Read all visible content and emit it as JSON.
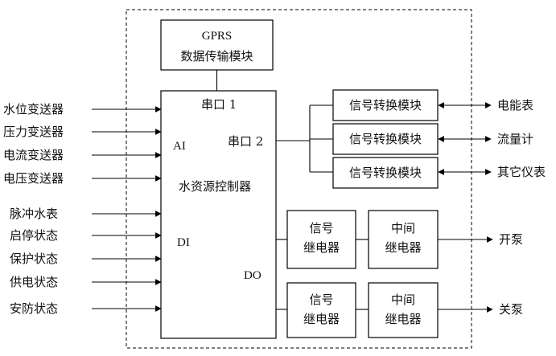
{
  "gprs": {
    "line1": "GPRS",
    "line2": "数据传输模块"
  },
  "controller": {
    "serial1": "串口 1",
    "serial2": "串口 2",
    "ai": "AI",
    "title": "水资源控制器",
    "di": "DI",
    "do": "DO"
  },
  "ai_inputs": [
    "水位变送器",
    "压力变送器",
    "电流变送器",
    "电压变送器"
  ],
  "di_inputs": [
    "脉冲水表",
    "启停状态",
    "保护状态",
    "供电状态",
    "安防状态"
  ],
  "converters": [
    {
      "label": "信号转换模块",
      "target": "电能表"
    },
    {
      "label": "信号转换模块",
      "target": "流量计"
    },
    {
      "label": "信号转换模块",
      "target": "其它仪表"
    }
  ],
  "relay_chains": [
    {
      "signal_line1": "信号",
      "signal_line2": "继电器",
      "middle_line1": "中间",
      "middle_line2": "继电器",
      "output": "开泵"
    },
    {
      "signal_line1": "信号",
      "signal_line2": "继电器",
      "middle_line1": "中间",
      "middle_line2": "继电器",
      "output": "关泵"
    }
  ],
  "colors": {
    "line": "#000000",
    "text": "#111111",
    "background": "#ffffff"
  }
}
